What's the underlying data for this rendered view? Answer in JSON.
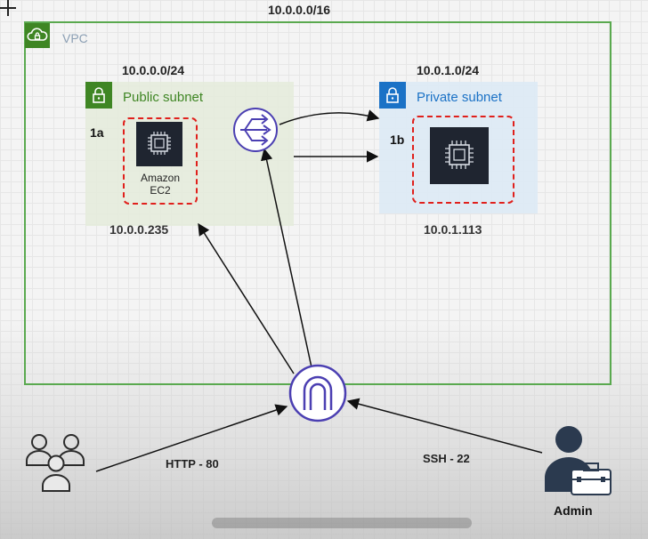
{
  "diagram": {
    "vpc_cidr": "10.0.0.0/16",
    "vpc_label": "VPC",
    "public_subnet": {
      "cidr": "10.0.0.0/24",
      "label": "Public subnet",
      "az": "1a",
      "instance_label": "Amazon\nEC2",
      "instance_ip": "10.0.0.235"
    },
    "private_subnet": {
      "cidr": "10.0.1.0/24",
      "label": "Private subnet",
      "az": "1b",
      "instance_ip": "10.0.1.113"
    },
    "connections": {
      "http_label": "HTTP  - 80",
      "ssh_label": "SSH - 22"
    },
    "actors": {
      "admin_label": "Admin"
    }
  },
  "icons": {
    "vpc": "cloud-lock-icon",
    "public_lock": "lock-icon",
    "private_lock": "lock-icon",
    "public_ec2": "ec2-chip-icon",
    "private_ec2": "ec2-chip-icon",
    "nat_gateway": "nat-gateway-icon",
    "internet_gateway": "internet-gateway-icon",
    "users": "users-icon",
    "admin": "admin-toolbox-icon"
  },
  "colors": {
    "vpc_border": "#5aa94f",
    "public_green": "#3f8624",
    "private_blue": "#1b72c6",
    "dashed_red": "#e0201c",
    "gateway_purple": "#4b3fb2"
  }
}
